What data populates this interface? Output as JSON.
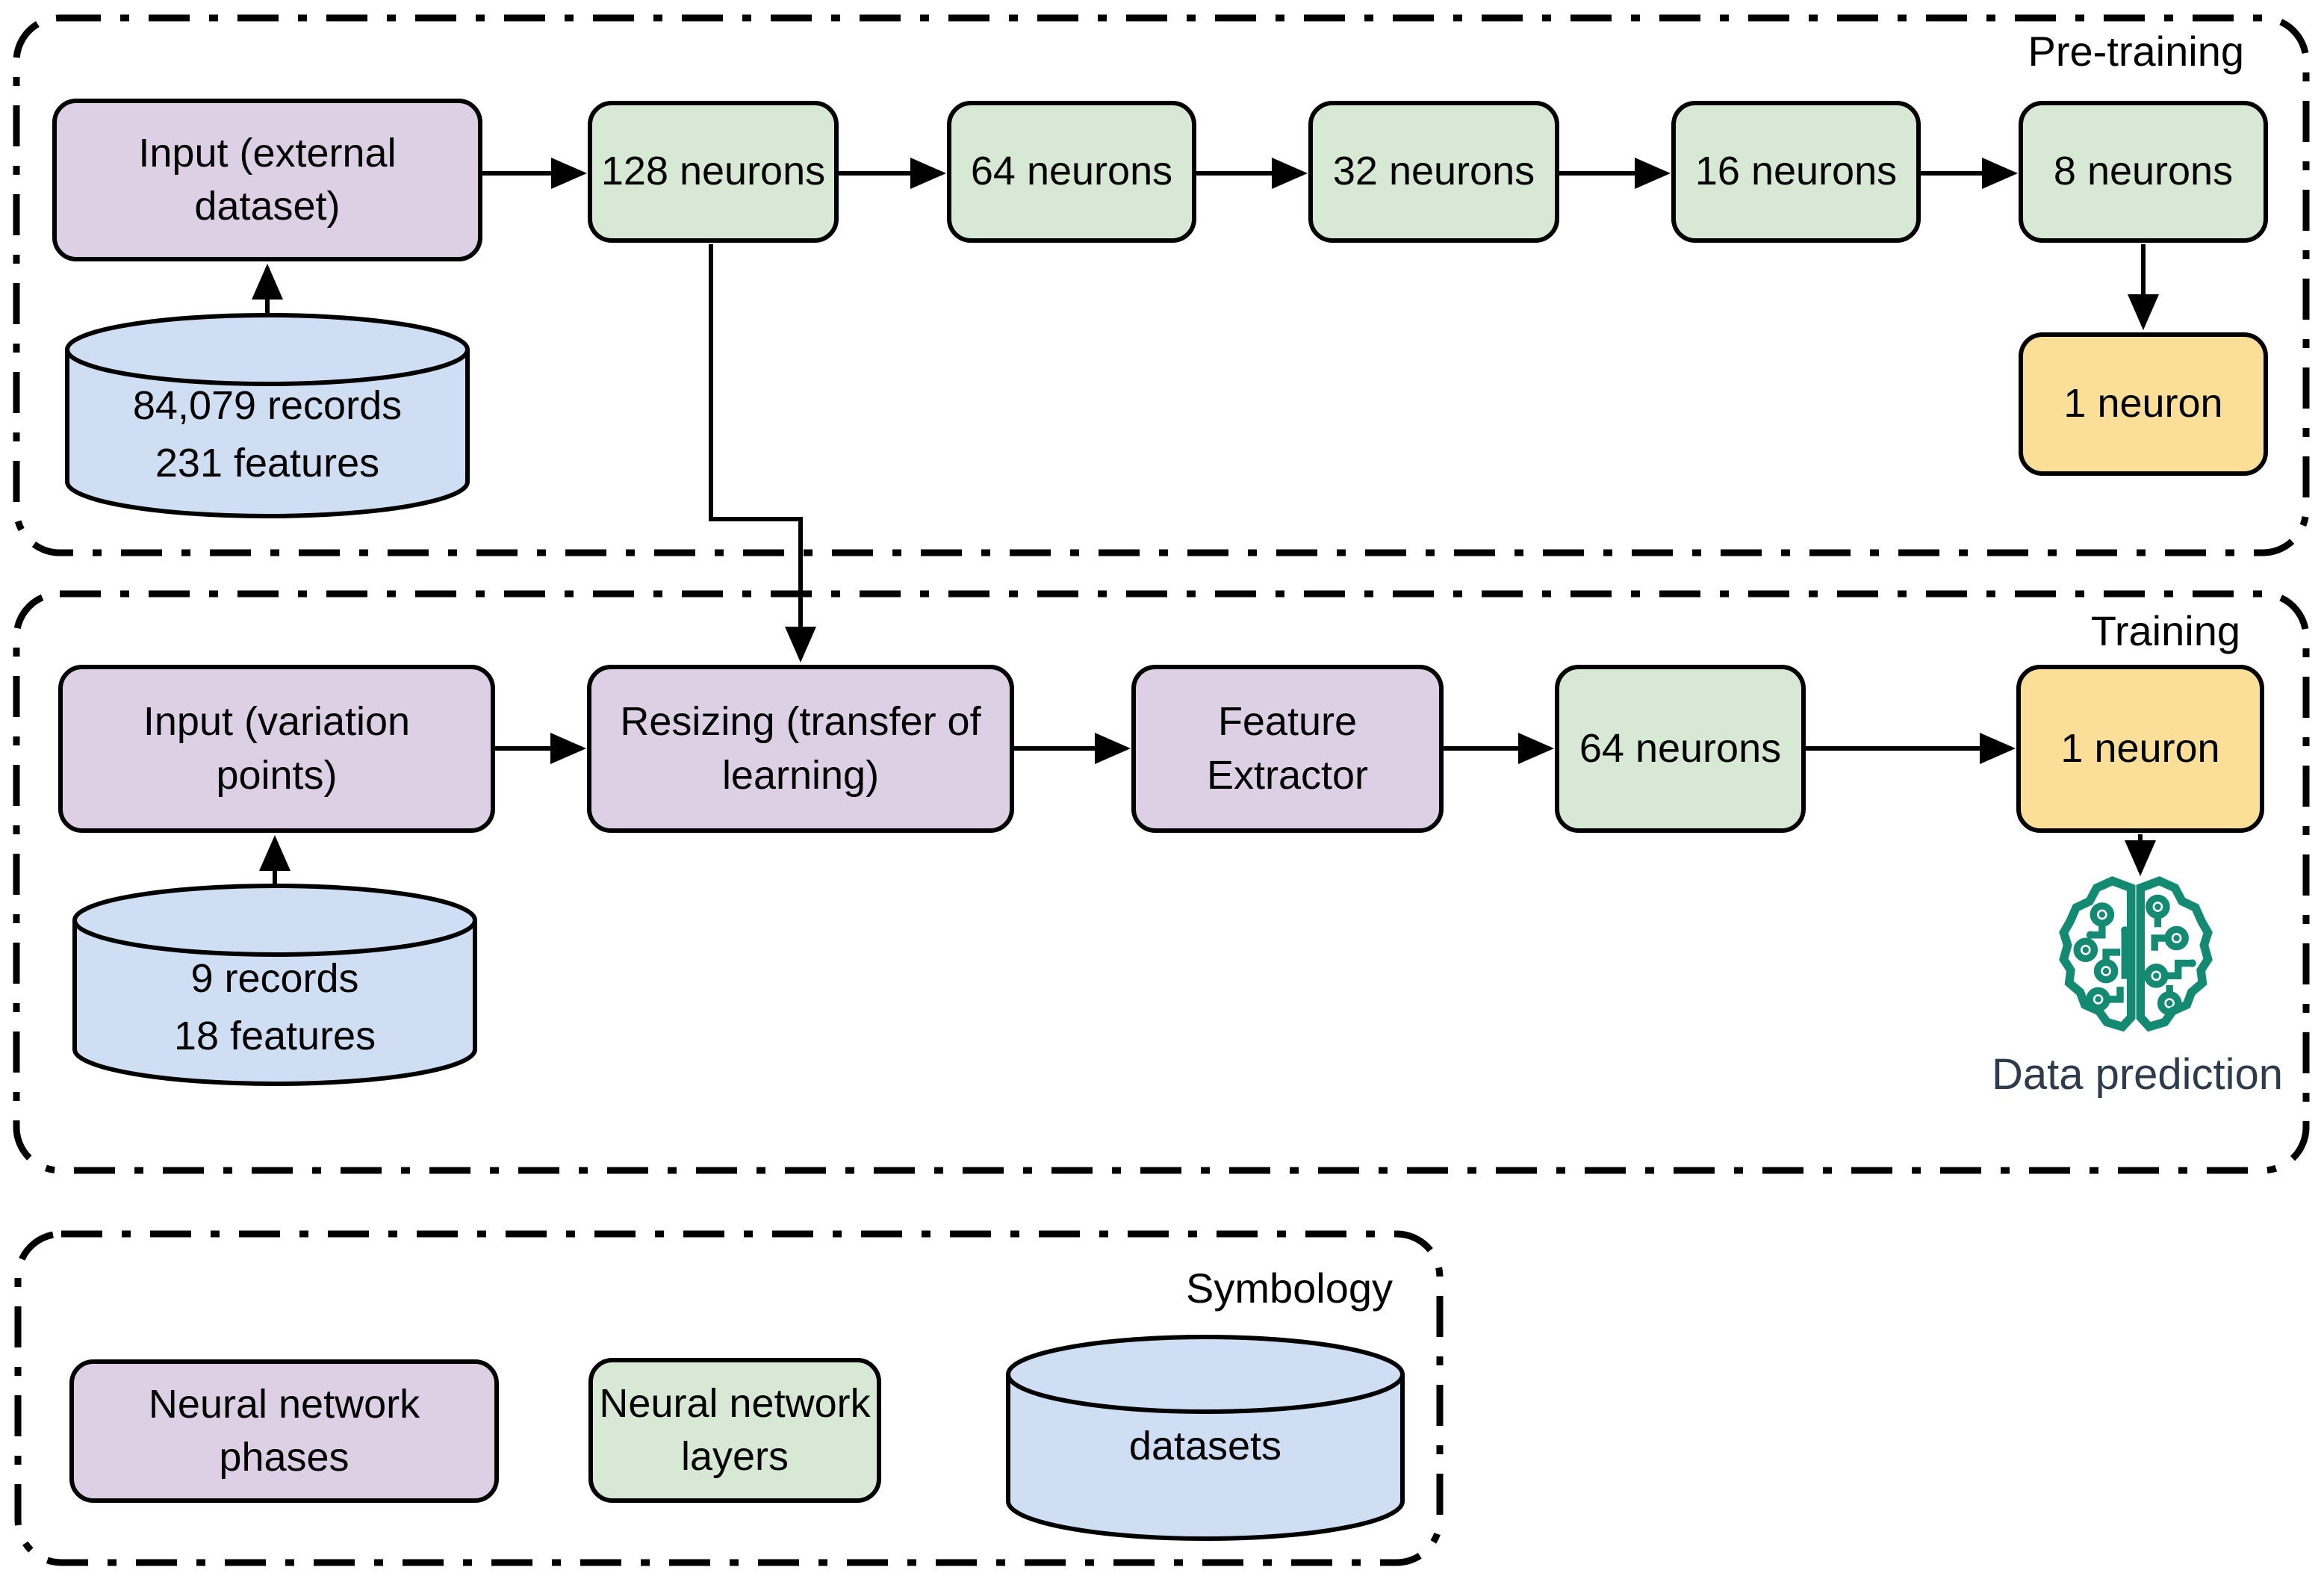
{
  "pretraining": {
    "label": "Pre-training",
    "input_box": "Input (external\ndataset)",
    "dataset_cylinder": "84,079 records\n231 features",
    "layers": [
      "128 neurons",
      "64 neurons",
      "32 neurons",
      "16 neurons",
      "8 neurons"
    ],
    "output_box": "1 neuron"
  },
  "training": {
    "label": "Training",
    "input_box": "Input (variation\npoints)",
    "dataset_cylinder": "9 records\n18 features",
    "resizing_box": "Resizing (transfer of\nlearning)",
    "feature_extractor_box": "Feature\nExtractor",
    "layer_box": "64 neurons",
    "output_box": "1 neuron",
    "prediction_label": "Data prediction"
  },
  "symbology": {
    "label": "Symbology",
    "phases_box": "Neural network\nphases",
    "layers_box": "Neural network\nlayers",
    "datasets_cylinder": "datasets"
  },
  "colors": {
    "phase_fill": "#ddd0e4",
    "layer_fill": "#d7e8d4",
    "output_fill": "#fbdf98",
    "dataset_fill": "#cfdef2",
    "stroke": "#000000",
    "brain_icon": "#148a72",
    "prediction_text": "#2e3b4d"
  }
}
